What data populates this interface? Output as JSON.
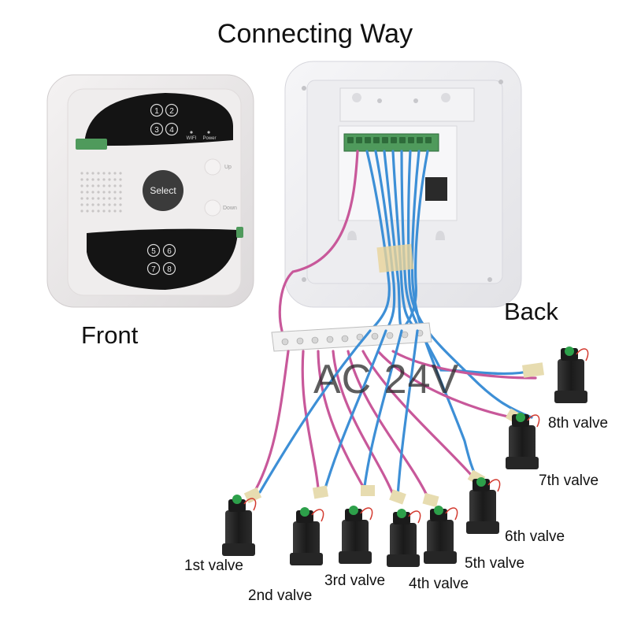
{
  "title": "Connecting Way",
  "front_label": "Front",
  "back_label": "Back",
  "terminal_label": "AC 24V",
  "controller": {
    "select_label": "Select",
    "up_label": "Up",
    "down_label": "Down",
    "wifi_label": "WIFI",
    "power_label": "Power",
    "top_buttons": [
      "1",
      "2",
      "3",
      "4"
    ],
    "bottom_buttons": [
      "5",
      "6",
      "7",
      "8"
    ]
  },
  "valves": [
    {
      "label": "1st valve"
    },
    {
      "label": "2nd valve"
    },
    {
      "label": "3rd valve"
    },
    {
      "label": "4th valve"
    },
    {
      "label": "5th valve"
    },
    {
      "label": "6th valve"
    },
    {
      "label": "7th valve"
    },
    {
      "label": "8th valve"
    }
  ],
  "colors": {
    "blue_wire": "#3d8fd6",
    "pink_wire": "#c8589a",
    "terminal_green": "#4f9a5c",
    "panel_black": "#141414"
  }
}
